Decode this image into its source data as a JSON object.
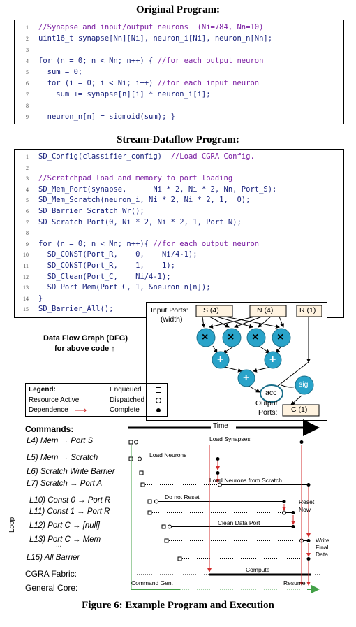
{
  "original": {
    "title": "Original Program:",
    "lines": [
      {
        "n": "1",
        "code": "",
        "comment": "//Synapse and input/output neurons  (Ni=784, Nn=10)"
      },
      {
        "n": "2",
        "code": "uint16_t synapse[Nn][Ni], neuron_i[Ni], neuron_n[Nn];",
        "comment": ""
      },
      {
        "n": "3",
        "code": "",
        "comment": ""
      },
      {
        "n": "4",
        "code": "for (n = 0; n < Nn; n++) { ",
        "comment": "//for each output neuron"
      },
      {
        "n": "5",
        "code": "  sum = 0;",
        "comment": ""
      },
      {
        "n": "6",
        "code": "  for (i = 0; i < Ni; i++) ",
        "comment": "//for each input neuron"
      },
      {
        "n": "7",
        "code": "    sum += synapse[n][i] * neuron_i[i];",
        "comment": ""
      },
      {
        "n": "8",
        "code": "",
        "comment": ""
      },
      {
        "n": "9",
        "code": "  neuron_n[n] = sigmoid(sum); }",
        "comment": ""
      }
    ]
  },
  "stream": {
    "title": "Stream-Dataflow Program:",
    "lines": [
      {
        "n": "1",
        "code": "SD_Config(classifier_config)  ",
        "comment": "//Load CGRA Config."
      },
      {
        "n": "2",
        "code": "",
        "comment": ""
      },
      {
        "n": "3",
        "code": "",
        "comment": "//Scratchpad load and memory to port loading"
      },
      {
        "n": "4",
        "code": "SD_Mem_Port(synapse,      Ni * 2, Ni * 2, Nn, Port_S);",
        "comment": ""
      },
      {
        "n": "5",
        "code": "SD_Mem_Scratch(neuron_i, Ni * 2, Ni * 2, 1,  0);",
        "comment": ""
      },
      {
        "n": "6",
        "code": "SD_Barrier_Scratch_Wr();",
        "comment": ""
      },
      {
        "n": "7",
        "code": "SD_Scratch_Port(0, Ni * 2, Ni * 2, 1, Port_N);",
        "comment": ""
      },
      {
        "n": "8",
        "code": "",
        "comment": ""
      },
      {
        "n": "9",
        "code": "for (n = 0; n < Nn; n++){ ",
        "comment": "//for each output neuron"
      },
      {
        "n": "10",
        "code": "  SD_CONST(Port_R,    0,    Ni/4-1);",
        "comment": ""
      },
      {
        "n": "11",
        "code": "  SD_CONST(Port_R,    1,    1);",
        "comment": ""
      },
      {
        "n": "12",
        "code": "  SD_Clean(Port_C,    Ni/4-1);",
        "comment": ""
      },
      {
        "n": "13",
        "code": "  SD_Port_Mem(Port_C, 1, &neuron_n[n]);",
        "comment": ""
      },
      {
        "n": "14",
        "code": "}",
        "comment": ""
      },
      {
        "n": "15",
        "code": "SD_Barrier_All();",
        "comment": ""
      }
    ]
  },
  "dfg": {
    "label_line1": "Data Flow Graph (DFG)",
    "label_line2": "for above code ↑",
    "input_ports_label": "Input Ports:",
    "width_label": "(width)",
    "port_s": "S (4)",
    "port_n": "N (4)",
    "port_r": "R (1)",
    "times": "×",
    "plus": "+",
    "acc": "acc",
    "sig": "sig",
    "output_label": "Output",
    "ports_label": "Ports:",
    "port_c": "C (1)"
  },
  "legend": {
    "title": "Legend:",
    "resource_active": "Resource Active",
    "dependence": "Dependence",
    "enqueued": "Enqueued",
    "dispatched": "Dispatched",
    "complete": "Complete"
  },
  "timeline": {
    "commands_title": "Commands:",
    "time_label": "Time",
    "loop_label": "Loop",
    "ellipsis": "...",
    "commands": [
      "L4) Mem → Port S",
      "L5) Mem → Scratch",
      "L6) Scratch Write Barrier",
      "L7) Scratch → Port A",
      "L10) Const 0 → Port R",
      "L11) Const 1 → Port R",
      "L12) Port C → [null]",
      "L13) Port C → Mem",
      "L15) All Barrier"
    ],
    "cgra": "CGRA Fabric:",
    "core": "General Core:",
    "annotations": {
      "load_synapses": "Load Synapses",
      "load_neurons": "Load Neurons",
      "load_from_scratch": "Load Neurons from Scratch",
      "do_not_reset": "Do not Reset",
      "reset": "Reset",
      "now": "Now",
      "clean_data_port": "Clean Data Port",
      "write": "Write",
      "final": "Final",
      "data": "Data",
      "compute": "Compute",
      "command_gen": "Command Gen.",
      "resume": "Resume"
    },
    "colors": {
      "dependence": "#d32f2f",
      "core": "#43a047"
    }
  },
  "caption": "Figure 6: Example Program and Execution"
}
